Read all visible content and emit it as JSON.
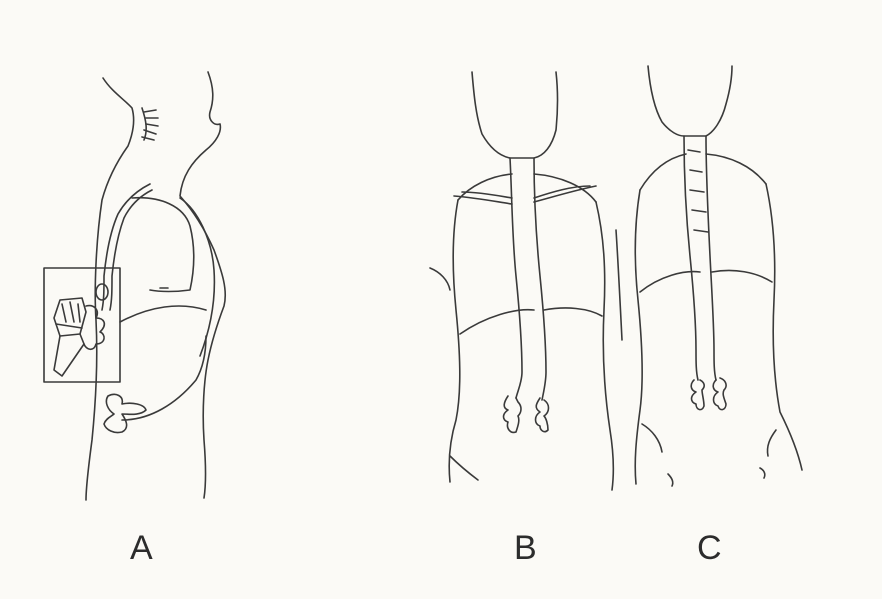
{
  "panels": [
    {
      "id": "A",
      "label": "A"
    },
    {
      "id": "B",
      "label": "B"
    },
    {
      "id": "C",
      "label": "C"
    }
  ],
  "colors": {
    "background": "#fbfaf6",
    "line": "#3a3a3a"
  }
}
